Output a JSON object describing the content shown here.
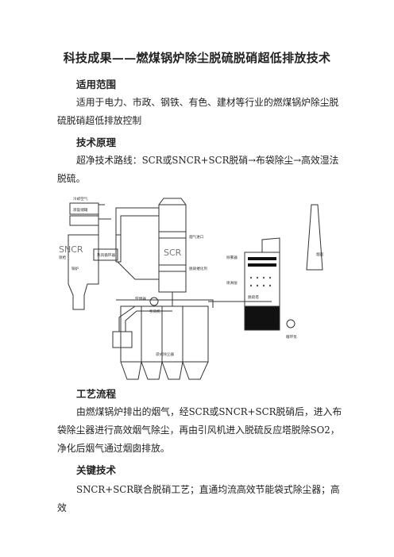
{
  "doc": {
    "title": "科技成果——燃煤锅炉除尘脱硫脱硝超低排放技术",
    "sections": {
      "scope": {
        "heading": "适用范围",
        "text": "适用于电力、市政、钢铁、有色、建材等行业的燃煤锅炉除尘脱硫脱硝超低排放控制"
      },
      "principle": {
        "heading": "技术原理",
        "text": "超净技术路线：SCR或SNCR+SCR脱硝→布袋除尘→高效湿法脱硫。"
      },
      "process": {
        "heading": "工艺流程",
        "text": "由燃煤锅炉排出的烟气，经SCR或SNCR+SCR脱硝后，进入布袋除尘器进行高效烟气除尘，再由引风机进入脱硫反应塔脱除SO2，净化后烟气通过烟囱排放。"
      },
      "key": {
        "heading": "关键技术",
        "text": "SNCR+SCR联合脱硝工艺；直通均流高效节能袋式除尘器；高效"
      }
    }
  },
  "diagram": {
    "big_labels": {
      "sncr": "SNCR",
      "scr": "SCR"
    },
    "labels": {
      "air": "冷却空气",
      "ammonia": "液氨储罐",
      "nozzle": "喷枪",
      "boiler": "锅炉",
      "heater": "热风循环器",
      "inlet": "烟气进口",
      "catalyst": "脱硝催化剂",
      "preheater": "空预器",
      "demister": "除雾器",
      "spray": "喷淋层",
      "tower": "脱硫塔",
      "fan": "引风机",
      "pump": "循环泵",
      "bag": "袋式除尘器",
      "chimney": "烟囱"
    }
  }
}
